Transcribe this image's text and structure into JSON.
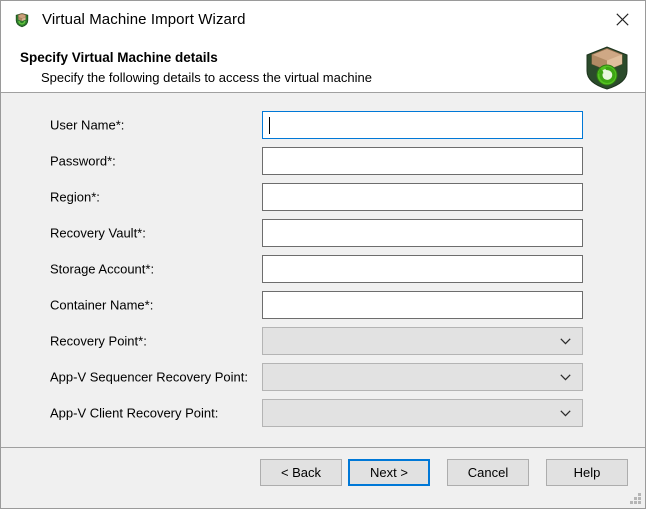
{
  "window": {
    "title": "Virtual Machine Import Wizard",
    "titlebar_icon": "shield-box-icon",
    "close_icon": "close-icon",
    "accent_color": "#0078d7",
    "body_background": "#f0f0f0",
    "titlebar_background": "#ffffff"
  },
  "header": {
    "title": "Specify Virtual Machine details",
    "subtitle": "Specify the following details to access the virtual machine",
    "icon": "shield-box-refresh-icon"
  },
  "form": {
    "fields": [
      {
        "label": "User Name*:",
        "name": "user-name",
        "type": "textbox",
        "value": "",
        "focused": true,
        "enabled": true
      },
      {
        "label": "Password*:",
        "name": "password",
        "type": "textbox",
        "value": "",
        "focused": false,
        "enabled": true
      },
      {
        "label": "Region*:",
        "name": "region",
        "type": "textbox",
        "value": "",
        "focused": false,
        "enabled": true
      },
      {
        "label": "Recovery Vault*:",
        "name": "recovery-vault",
        "type": "textbox",
        "value": "",
        "focused": false,
        "enabled": true
      },
      {
        "label": "Storage Account*:",
        "name": "storage-account",
        "type": "textbox",
        "value": "",
        "focused": false,
        "enabled": true
      },
      {
        "label": "Container Name*:",
        "name": "container-name",
        "type": "textbox",
        "value": "",
        "focused": false,
        "enabled": true
      },
      {
        "label": "Recovery Point*:",
        "name": "recovery-point",
        "type": "combobox",
        "value": "",
        "focused": false,
        "enabled": false
      },
      {
        "label": "App-V Sequencer Recovery Point:",
        "name": "appv-sequencer-recovery-point",
        "type": "combobox",
        "value": "",
        "focused": false,
        "enabled": false
      },
      {
        "label": "App-V Client Recovery Point:",
        "name": "appv-client-recovery-point",
        "type": "combobox",
        "value": "",
        "focused": false,
        "enabled": false
      }
    ]
  },
  "footer": {
    "buttons": [
      {
        "label": "< Back",
        "name": "back-button",
        "default": false
      },
      {
        "label": "Next >",
        "name": "next-button",
        "default": true
      },
      {
        "label": "Cancel",
        "name": "cancel-button",
        "default": false
      },
      {
        "label": "Help",
        "name": "help-button",
        "default": false
      }
    ],
    "resize_grip": "resize-grip-icon"
  }
}
